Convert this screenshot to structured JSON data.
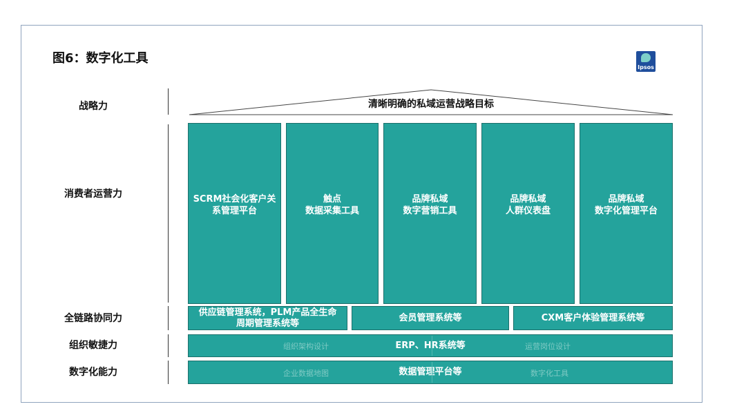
{
  "header": {
    "title": "图6：数字化工具",
    "logo_text": "Ipsos"
  },
  "rows": {
    "strategy": "战略力",
    "consumer": "消费者运营力",
    "chain": "全链路协同力",
    "org": "组织敏捷力",
    "digital": "数字化能力"
  },
  "roof": {
    "title": "清晰明确的私域运营战略目标"
  },
  "pillars": [
    {
      "label": "SCRM社会化客户关\n系管理平台"
    },
    {
      "label": "触点\n数据采集工具"
    },
    {
      "label": "品牌私域\n数字营销工具"
    },
    {
      "label": "品牌私域\n人群仪表盘"
    },
    {
      "label": "品牌私域\n数字化管理平台"
    }
  ],
  "chain_bars": [
    {
      "label": "供应链管理系统，PLM产品全生命\n周期管理系统等"
    },
    {
      "label": "会员管理系统等"
    },
    {
      "label": "CXM客户体验管理系统等"
    }
  ],
  "org_bar": {
    "label": "ERP、HR系统等",
    "left": "组织架构设计",
    "right": "运营岗位设计"
  },
  "digital_bar": {
    "label": "数据管理平台等",
    "left": "企业数据地图",
    "right": "数字化工具"
  },
  "colors": {
    "teal": "#24a39c",
    "teal_border": "#1b6f6a",
    "frame": "#8ea3bd",
    "logo": "#1f4e9c"
  }
}
